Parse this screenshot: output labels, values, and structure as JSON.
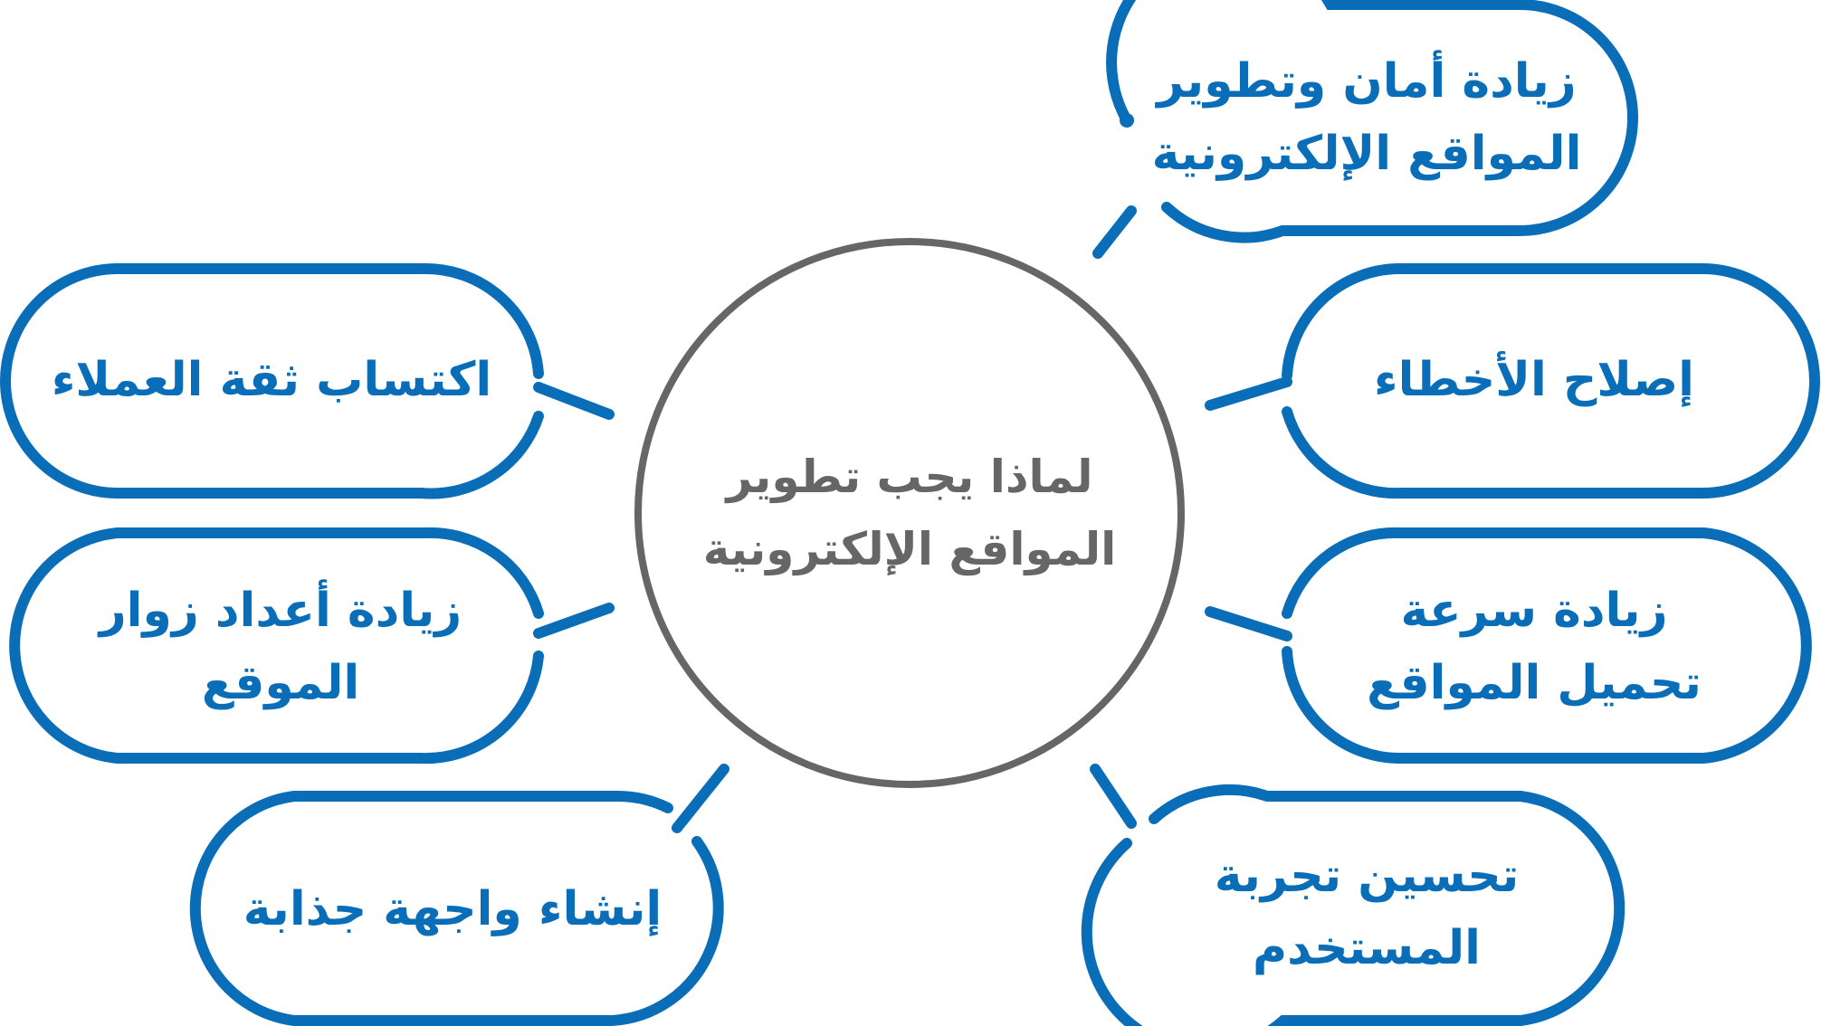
{
  "colors": {
    "node_outline": "#0a6db8",
    "node_text": "#0a6db8",
    "center_outline": "#666666",
    "center_text": "#666666",
    "background": "#ffffff"
  },
  "center": {
    "line1": "لماذا يجب تطوير",
    "line2": "المواقع الإلكترونية"
  },
  "nodes": {
    "security": {
      "line1": "زيادة أمان وتطوير",
      "line2": "المواقع الإلكترونية"
    },
    "bug_fixing": {
      "line1": "إصلاح الأخطاء"
    },
    "loading_speed": {
      "line1": "زيادة سرعة",
      "line2": "تحميل المواقع"
    },
    "user_experience": {
      "line1": "تحسين تجربة",
      "line2": "المستخدم"
    },
    "customer_trust": {
      "line1": "اكتساب ثقة العملاء"
    },
    "visitors": {
      "line1": "زيادة أعداد زوار",
      "line2": "الموقع"
    },
    "attractive_interface": {
      "line1": "إنشاء واجهة جذابة"
    }
  }
}
